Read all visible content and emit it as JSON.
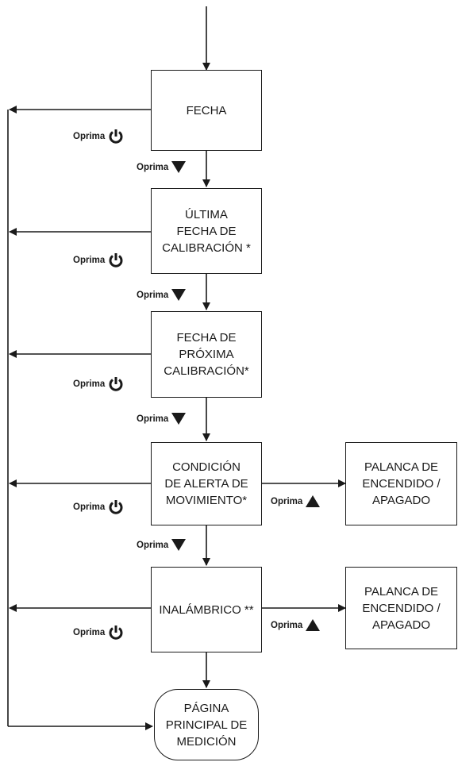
{
  "nodes": {
    "fecha": "FECHA",
    "ultima": "ÚLTIMA\nFECHA DE\nCALIBRACIÓN *",
    "proxima": "FECHA DE\nPRÓXIMA\nCALIBRACIÓN*",
    "condicion": "CONDICIÓN\nDE ALERTA DE\nMOVIMIENTO*",
    "palanca1": "PALANCA DE\nENCENDIDO /\nAPAGADO",
    "inalambrico": "INALÁMBRICO **",
    "palanca2": "PALANCA DE\nENCENDIDO /\nAPAGADO",
    "pagina": "PÁGINA\nPRINCIPAL DE\nMEDICIÓN"
  },
  "labels": {
    "press": "Oprima"
  },
  "icons": {
    "power": "power-icon",
    "down": "down-triangle-icon",
    "up": "up-triangle-icon"
  },
  "colors": {
    "line": "#1a1a1a",
    "background": "#ffffff"
  }
}
